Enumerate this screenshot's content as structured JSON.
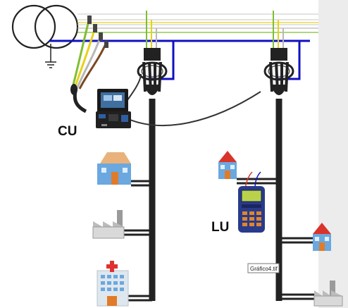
{
  "labels": {
    "cu": "CU",
    "lu": "LU",
    "figure_file": "Gráfico4.tif"
  },
  "colors": {
    "blue_bus": "#1010c0",
    "green_wire": "#7fbf2f",
    "yellow_wire": "#e6d21a",
    "brown_wire": "#7a4a22",
    "grey_wire": "#b8b8b8",
    "cable": "#333333",
    "house_blue": "#6aa8df",
    "house_roof_red": "#d9342b",
    "house_roof_tan": "#e8b27a",
    "lu_device": "#2a3a8a",
    "cu_case": "#1a1a1a"
  }
}
